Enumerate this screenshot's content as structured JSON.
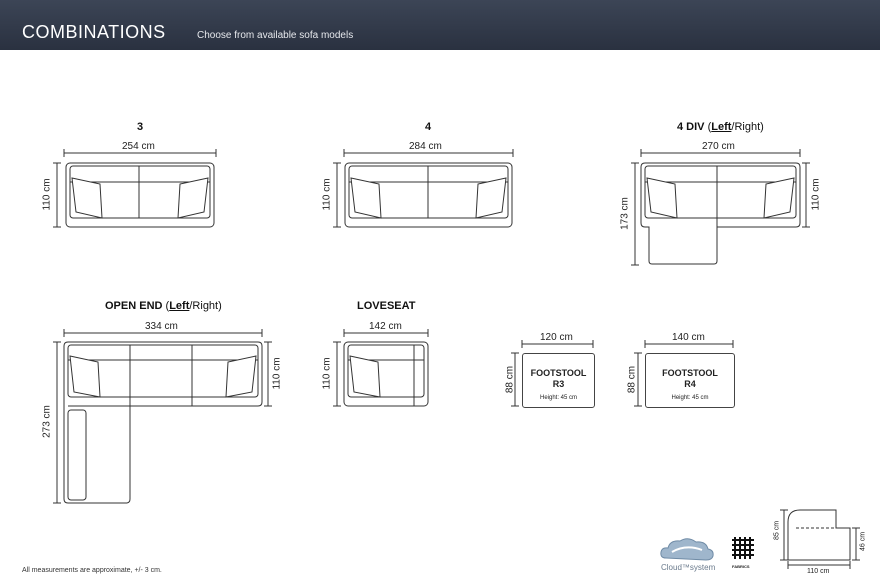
{
  "header": {
    "title": "COMBINATIONS",
    "subtitle": "Choose from available sofa models"
  },
  "models": {
    "m3": {
      "name": "3",
      "width": "254 cm",
      "depth": "110 cm"
    },
    "m4": {
      "name": "4",
      "width": "284 cm",
      "depth": "110 cm"
    },
    "div4": {
      "name": "4 DIV",
      "side_left": "Left",
      "side_right": "/Right)",
      "open_paren": " (",
      "width": "270 cm",
      "depth": "110 cm",
      "length": "173 cm"
    },
    "openend": {
      "name": "OPEN END",
      "side_left": "Left",
      "side_right": "/Right)",
      "open_paren": " (",
      "width": "334 cm",
      "depth": "110 cm",
      "length": "273 cm"
    },
    "loveseat": {
      "name": "LOVESEAT",
      "width": "142 cm",
      "depth": "110 cm"
    },
    "r3": {
      "line1": "FOOTSTOOL",
      "line2": "R3",
      "height": "Height: 45 cm",
      "width": "120 cm",
      "depth": "88 cm"
    },
    "r4": {
      "line1": "FOOTSTOOL",
      "line2": "R4",
      "height": "Height: 45 cm",
      "width": "140 cm",
      "depth": "88 cm"
    }
  },
  "side_view": {
    "height": "85 cm",
    "seat": "46 cm",
    "depth": "110 cm"
  },
  "brand": {
    "logo_text": "Cloud™system",
    "fabrics_text": "FABRICS"
  },
  "footnote": "All measurements are approximate, +/- 3 cm."
}
